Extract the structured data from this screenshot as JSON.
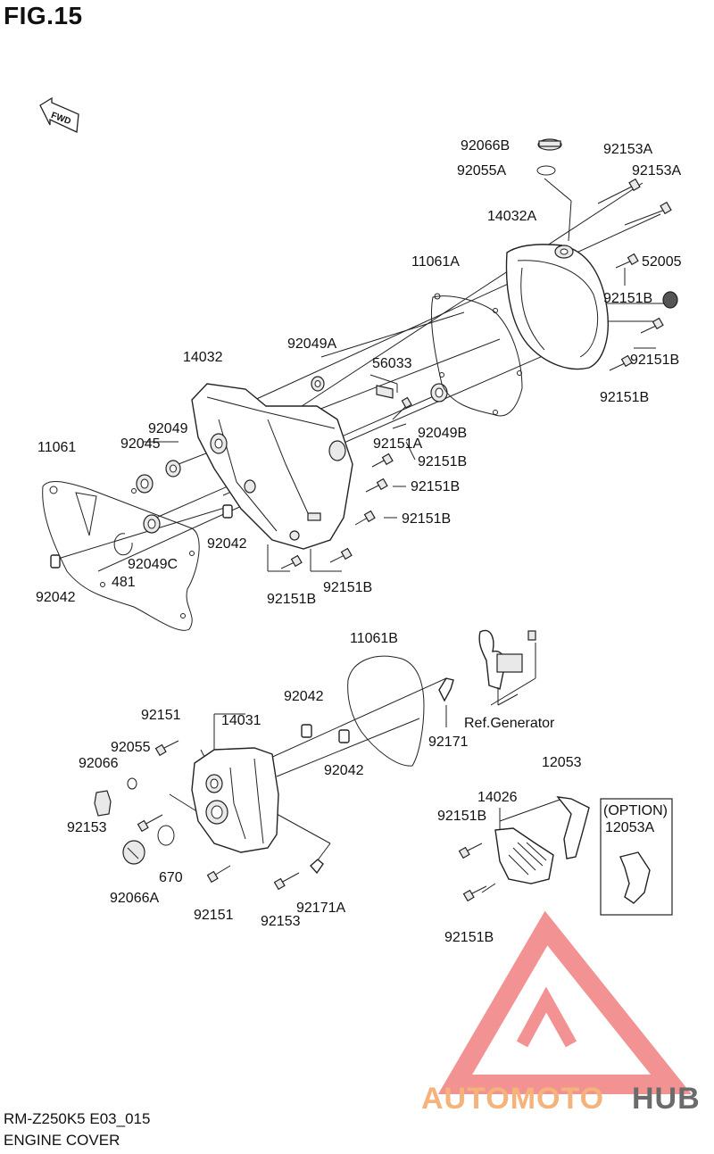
{
  "figure": {
    "title": "FIG.15",
    "model_code": "RM-Z250K5 E03_015",
    "section": "ENGINE COVER"
  },
  "fwd_label": "FWD",
  "callouts": [
    "92066B",
    "92055A",
    "92153A",
    "92153A",
    "14032A",
    "11061A",
    "52005",
    "92151B",
    "92151B",
    "92151B",
    "92049A",
    "14032",
    "56033",
    "92049",
    "92045",
    "11061",
    "92151A",
    "92049B",
    "92151B",
    "92151B",
    "92151B",
    "92042",
    "92049C",
    "92042",
    "481",
    "92151B",
    "92151B",
    "11061B",
    "92042",
    "92151",
    "14031",
    "92055",
    "92066",
    "92042",
    "92171",
    "Ref.Generator",
    "12053",
    "14026",
    "(OPTION)",
    "12053A",
    "92151B",
    "92153",
    "670",
    "92066A",
    "92151",
    "92153",
    "92171A",
    "92151B"
  ],
  "watermark": {
    "text_a": "AUTOMOTO",
    "text_b": "HUB",
    "color_a": "#f5b27a",
    "color_b": "#6b6b6b",
    "logo_color": "#f08080"
  },
  "colors": {
    "line": "#222222",
    "background": "#ffffff"
  }
}
